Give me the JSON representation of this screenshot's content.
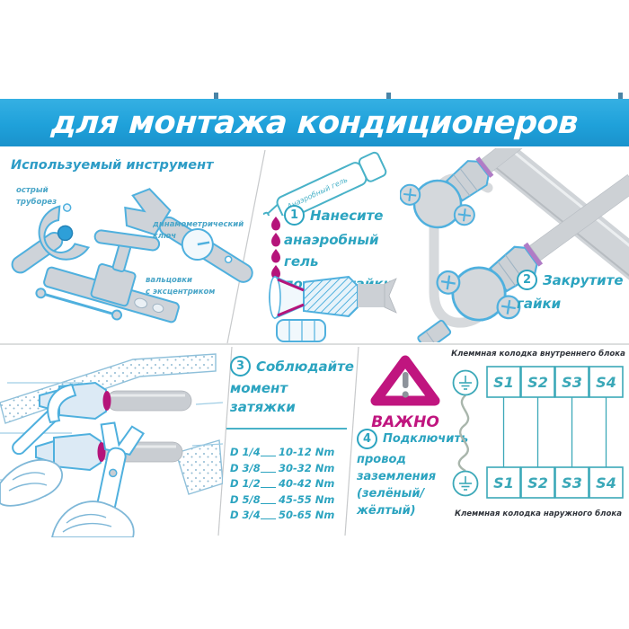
{
  "banner": {
    "title": "для монтажа кондиционеров",
    "bg_color": "#1fa1da"
  },
  "tools": {
    "title": "Используемый инструмент",
    "pipe_cutter_label": "острый\nтруборез",
    "torque_wrench_label": "динамометрический\nключ",
    "flaring_tool_label": "вальцовки\nс эксцентриком"
  },
  "steps": {
    "step1": {
      "number": "1",
      "line1": "Нанесите",
      "rest": "анаэробный гель\nпод все гайки",
      "tube_label": "Анаэробный гель"
    },
    "step2": {
      "number": "2",
      "line1": "Закрутите",
      "rest": "гайки"
    },
    "step3": {
      "number": "3",
      "line1": "Соблюдайте",
      "rest": "момент затяжки"
    },
    "step4": {
      "number": "4",
      "line1": "Подключить",
      "rest": "провод\nзаземления\n(зелёный/жёлтый)"
    }
  },
  "torque_table": [
    {
      "size": "D 1/4",
      "torque": "10-12 Nm"
    },
    {
      "size": "D 3/8",
      "torque": "30-32 Nm"
    },
    {
      "size": "D 1/2",
      "torque": "40-42 Nm"
    },
    {
      "size": "D 5/8",
      "torque": "45-55 Nm"
    },
    {
      "size": "D 3/4",
      "torque": "50-65 Nm"
    }
  ],
  "warning": {
    "label": "ВАЖНО"
  },
  "terminals": {
    "indoor_label": "Клеммная колодка внутреннего блока",
    "outdoor_label": "Клеммная колодка наружного блока",
    "cells": [
      "S1",
      "S2",
      "S3",
      "S4"
    ]
  },
  "colors": {
    "banner_blue": "#1fa1da",
    "teal_text": "#2ca4c0",
    "magenta": "#c0157f",
    "outline_blue": "#4fb0de",
    "tool_gray": "#ced3d9",
    "terminal_teal": "#3ba8b8"
  }
}
